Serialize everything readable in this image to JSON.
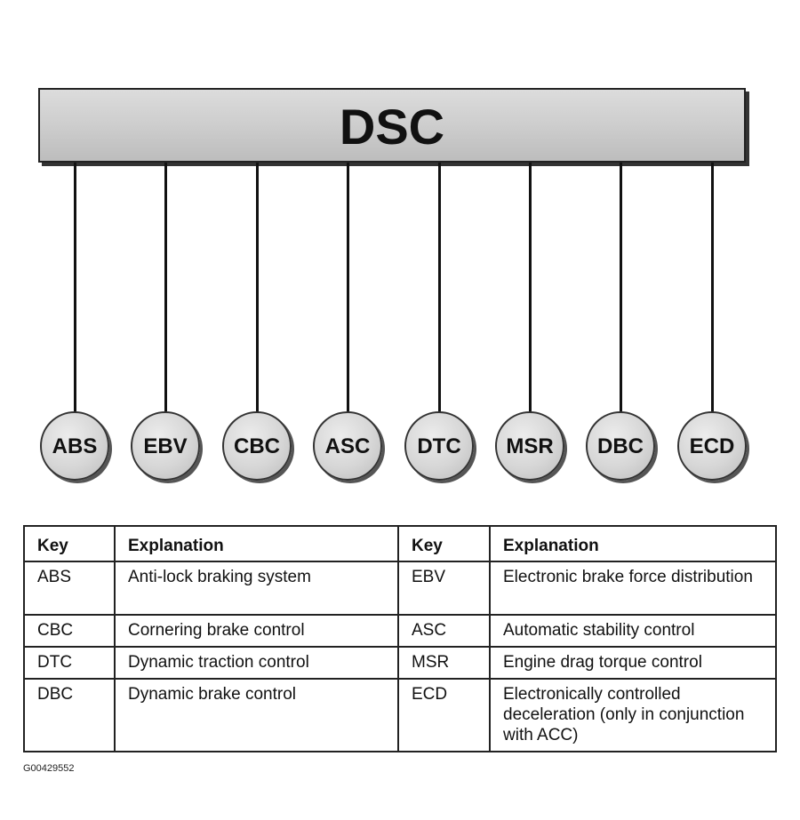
{
  "diagram": {
    "title": "DSC",
    "nodes": [
      "ABS",
      "EBV",
      "CBC",
      "ASC",
      "DTC",
      "MSR",
      "DBC",
      "ECD"
    ]
  },
  "table": {
    "headers": [
      "Key",
      "Explanation",
      "Key",
      "Explanation"
    ],
    "rows": [
      [
        "ABS",
        "Anti-lock braking system",
        "EBV",
        "Electronic brake force distribution"
      ],
      [
        "CBC",
        "Cornering brake control",
        "ASC",
        "Automatic stability control"
      ],
      [
        "DTC",
        "Dynamic traction control",
        "MSR",
        "Engine drag torque control"
      ],
      [
        "DBC",
        "Dynamic brake control",
        "ECD",
        "Electronically controlled deceleration (only in conjunction with ACC)"
      ]
    ]
  },
  "reference_code": "G00429552"
}
